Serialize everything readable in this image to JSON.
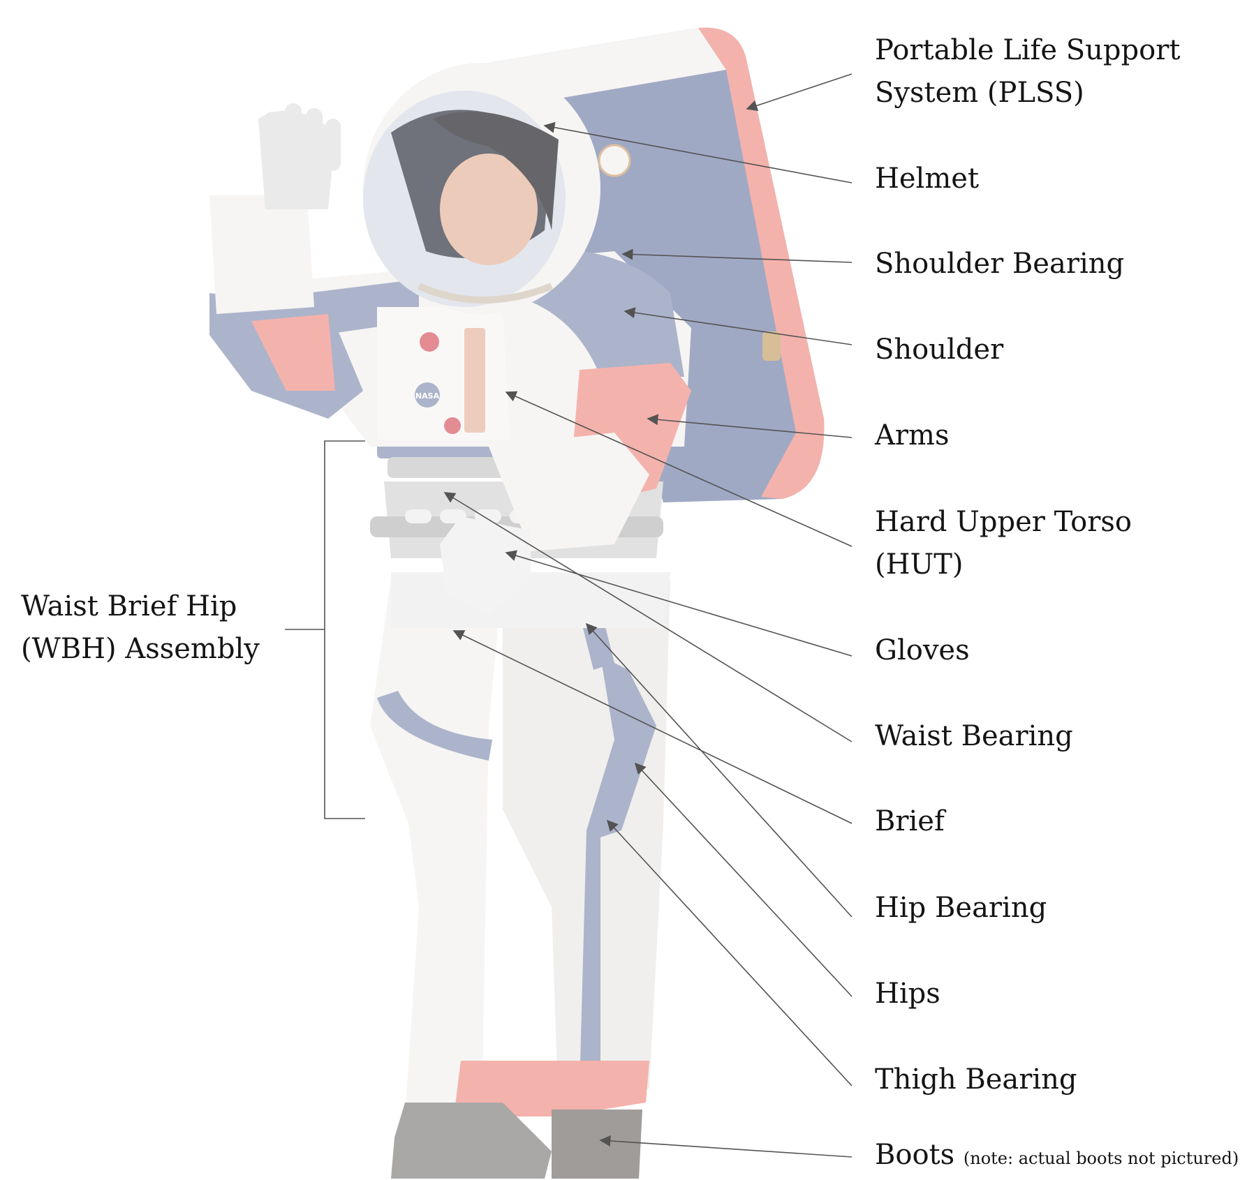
{
  "colors": {
    "suit_white": "#f3f1ef",
    "suit_blue": "#8d97b8",
    "suit_red": "#f0958c",
    "plss_blue": "#7c88ad",
    "boot_grey": "#8a8784",
    "leader": "#111111"
  },
  "labels": {
    "plss": [
      "Portable Life Support",
      "System (PLSS)"
    ],
    "helmet": "Helmet",
    "shoulder_bearing": "Shoulder Bearing",
    "shoulder": "Shoulder",
    "arms": "Arms",
    "hut": [
      "Hard Upper Torso",
      "(HUT)"
    ],
    "gloves": "Gloves",
    "waist_bearing": "Waist Bearing",
    "brief": "Brief",
    "hip_bearing": "Hip Bearing",
    "hips": "Hips",
    "thigh_bearing": "Thigh Bearing",
    "boots": "Boots",
    "boots_note": "(note: actual boots not pictured)",
    "wbh": [
      "Waist Brief Hip",
      "(WBH) Assembly"
    ]
  },
  "badge_text": "NASA"
}
